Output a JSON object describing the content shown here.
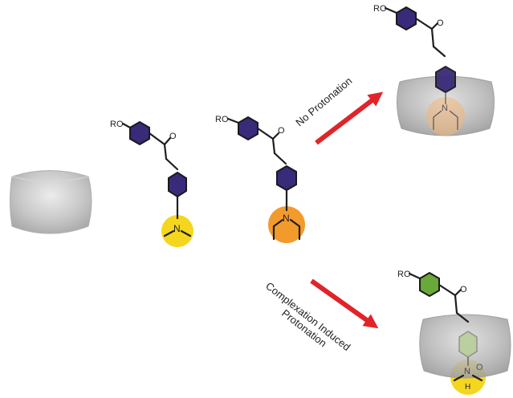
{
  "title": "Host-guest complexation scheme of aminochalcone dyes with macrocyclic host",
  "colors": {
    "host": "#b9b9b9",
    "ring_default": "#3a2a7a",
    "ring_protonated": "#6aa83a",
    "dimethylamino_sphere": "#f5d61e",
    "diethylamino_sphere": "#f39a2c",
    "arrow": "#e0242a"
  },
  "host": {
    "name": "macrocyclic-host"
  },
  "molecules": {
    "dimethyl": {
      "substituent": "RO",
      "carbonyl": "O",
      "amine": "N"
    },
    "diethyl": {
      "substituent": "RO",
      "carbonyl": "O",
      "amine": "N"
    },
    "complex_top": {
      "substituent": "RO",
      "carbonyl": "O",
      "amine": "N"
    },
    "complex_bottom": {
      "substituent": "RO",
      "carbonyl": "O",
      "amine": "N",
      "proton": "H",
      "counter": "O"
    }
  },
  "pathways": [
    {
      "label": "No Protonation"
    },
    {
      "label_line1": "Complexation Induced",
      "label_line2": "Protonation"
    }
  ]
}
